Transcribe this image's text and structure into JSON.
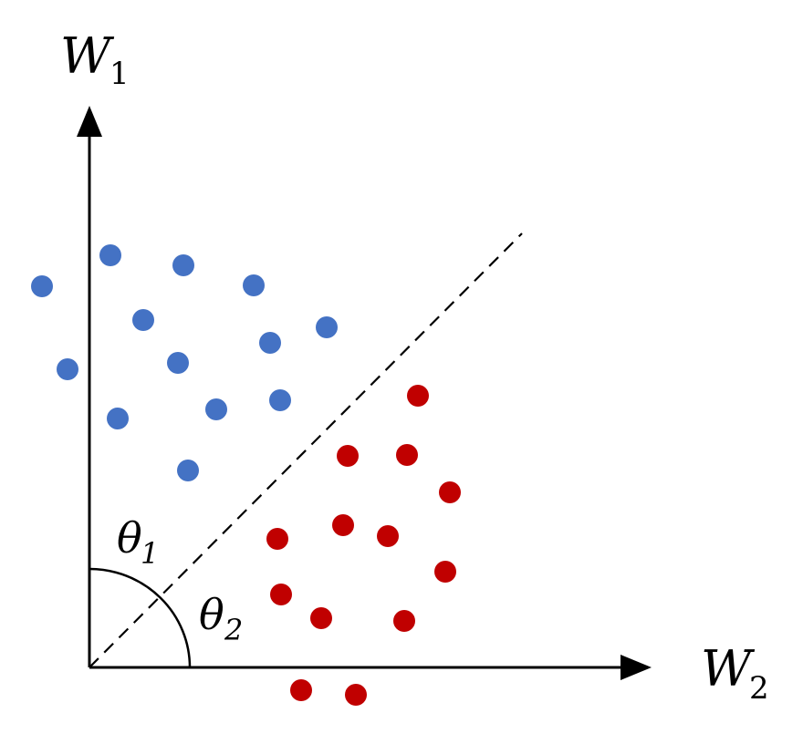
{
  "labels": {
    "y_axis": {
      "symbol": "W",
      "subscript": "1"
    },
    "x_axis": {
      "symbol": "W",
      "subscript": "2"
    },
    "angle_1": {
      "symbol": "θ",
      "subscript": "1"
    },
    "angle_2": {
      "symbol": "θ",
      "subscript": "2"
    }
  },
  "colors": {
    "axis": "#000000",
    "class_a": "#4472C4",
    "class_b": "#C00000",
    "divider": "#000000"
  },
  "divider": {
    "style": "dashed"
  }
}
